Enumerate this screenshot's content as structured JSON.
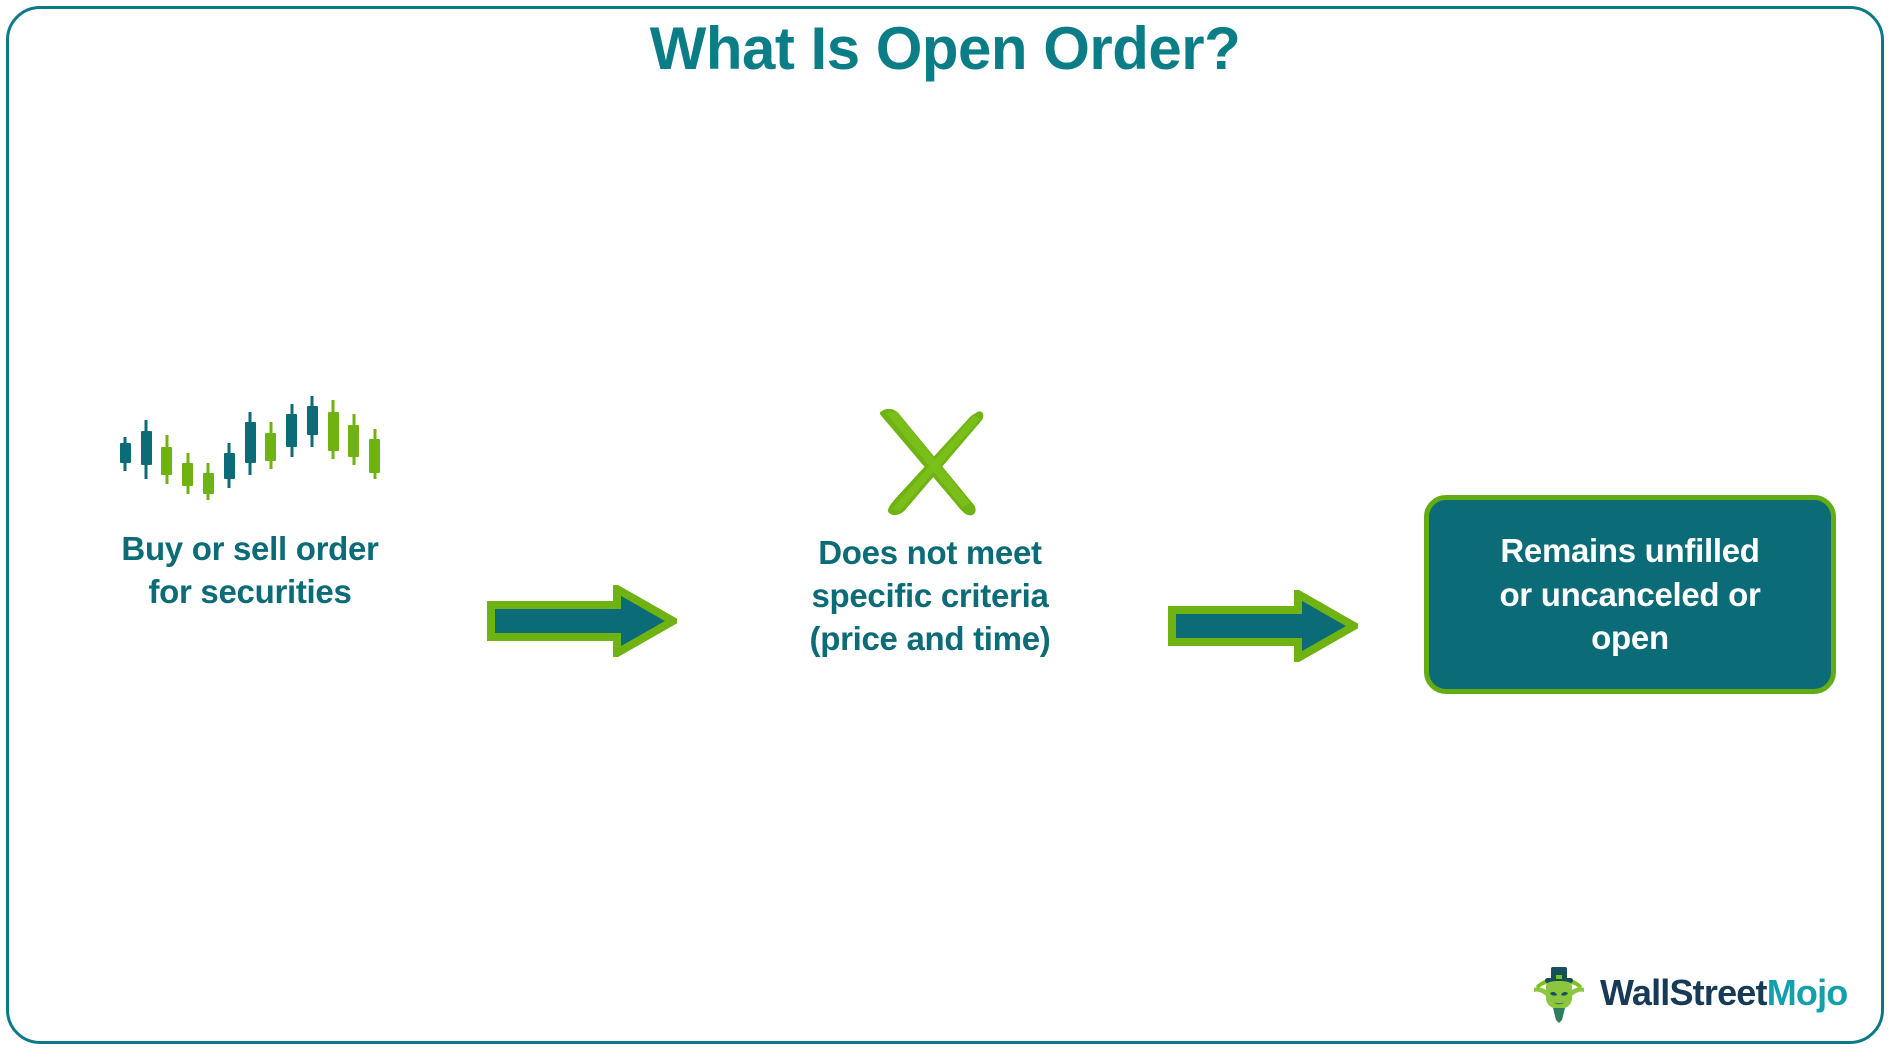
{
  "page": {
    "title": "What Is Open Order?",
    "background": "#ffffff",
    "border_color": "#0a7b86"
  },
  "colors": {
    "teal": "#0b6b77",
    "teal_title": "#0b7d86",
    "green": "#6fb313",
    "green_border": "#63ad12",
    "white": "#ffffff",
    "logo_navy": "#173a56",
    "logo_teal": "#13a0ac"
  },
  "flow": {
    "steps": [
      {
        "id": "step-1",
        "icon": "candlestick-chart-icon",
        "caption_lines": [
          "Buy or sell order",
          "for securities"
        ],
        "caption": "Buy or sell order for securities"
      },
      {
        "id": "step-2",
        "icon": "green-x-mark-icon",
        "caption_lines": [
          "Does not meet",
          "specific criteria",
          "(price and time)"
        ],
        "caption": "Does not meet specific criteria (price and time)"
      },
      {
        "id": "step-3",
        "icon": "none",
        "caption_lines": [
          "Remains unfilled",
          "or uncanceled or",
          "open"
        ],
        "caption": "Remains unfilled or uncanceled or open"
      }
    ],
    "connectors": [
      {
        "id": "arrow-1",
        "direction": "right"
      },
      {
        "id": "arrow-2",
        "direction": "right"
      }
    ]
  },
  "chart_data": {
    "type": "candlestick",
    "title": "",
    "xlabel": "",
    "ylabel": "",
    "grid": false,
    "legend": "none",
    "note": "Decorative candlestick sparkline: teal = one state, green = other state. Values are relative units read off the icon.",
    "series": [
      {
        "x": 0,
        "color": "teal",
        "low": 38,
        "high": 72,
        "open": 46,
        "close": 66
      },
      {
        "x": 1,
        "color": "teal",
        "low": 30,
        "high": 88,
        "open": 44,
        "close": 78
      },
      {
        "x": 2,
        "color": "green",
        "low": 26,
        "high": 74,
        "open": 34,
        "close": 62
      },
      {
        "x": 3,
        "color": "green",
        "low": 16,
        "high": 56,
        "open": 24,
        "close": 46
      },
      {
        "x": 4,
        "color": "green",
        "low": 10,
        "high": 46,
        "open": 16,
        "close": 36
      },
      {
        "x": 5,
        "color": "teal",
        "low": 22,
        "high": 66,
        "open": 30,
        "close": 56
      },
      {
        "x": 6,
        "color": "teal",
        "low": 34,
        "high": 96,
        "open": 46,
        "close": 86
      },
      {
        "x": 7,
        "color": "green",
        "low": 40,
        "high": 86,
        "open": 48,
        "close": 76
      },
      {
        "x": 8,
        "color": "teal",
        "low": 52,
        "high": 104,
        "open": 62,
        "close": 94
      },
      {
        "x": 9,
        "color": "teal",
        "low": 62,
        "high": 112,
        "open": 74,
        "close": 102
      },
      {
        "x": 10,
        "color": "green",
        "low": 50,
        "high": 108,
        "open": 58,
        "close": 96
      },
      {
        "x": 11,
        "color": "green",
        "low": 44,
        "high": 94,
        "open": 52,
        "close": 84
      },
      {
        "x": 12,
        "color": "green",
        "low": 30,
        "high": 80,
        "open": 36,
        "close": 70
      }
    ]
  },
  "logo": {
    "mark": "leprechaun-mascot-icon",
    "text_primary": "WallStreet",
    "text_secondary": "Mojo"
  }
}
